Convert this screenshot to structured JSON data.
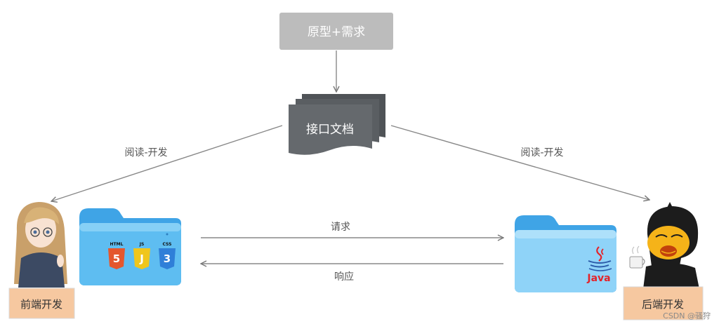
{
  "top_box": {
    "label": "原型+需求",
    "color": "#bcbcbc"
  },
  "doc": {
    "label": "接口文档",
    "color": "#5f6368"
  },
  "left_edge": {
    "label": "阅读-开发"
  },
  "right_edge": {
    "label": "阅读-开发"
  },
  "request": {
    "label": "请求"
  },
  "response": {
    "label": "响应"
  },
  "frontend": {
    "label": "前端开发",
    "label_bg": "#f6c8a0",
    "folder_color": "#57b8ef",
    "badges": [
      {
        "name": "html5-icon",
        "text": "HTML",
        "num": "5",
        "color": "#e4572e"
      },
      {
        "name": "js-icon",
        "text": "JS",
        "num": "J",
        "color": "#f0c61c"
      },
      {
        "name": "css3-icon",
        "text": "CSS",
        "num": "3",
        "color": "#2f7fd8"
      }
    ]
  },
  "backend": {
    "label": "后端开发",
    "label_bg": "#f6c8a0",
    "folder_color": "#57b8ef",
    "java_label": "Java"
  },
  "watermark": "CSDN @骚狩"
}
